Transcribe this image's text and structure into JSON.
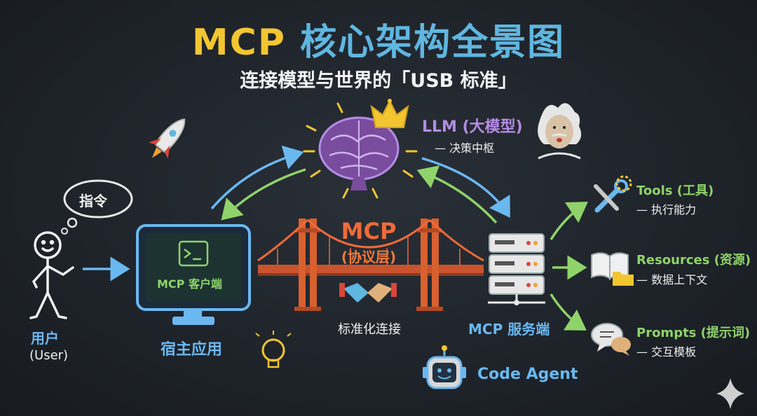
{
  "title": {
    "part1": "MCP",
    "part2": "核心架构全景图"
  },
  "subtitle": "连接模型与世界的「USB 标准」",
  "user": {
    "bubble": "指令",
    "label": "用户",
    "label_en": "(User)"
  },
  "host": {
    "screen_label": "MCP 客户端",
    "label": "宿主应用"
  },
  "llm": {
    "label": "LLM (大模型)",
    "sub": "— 决策中枢"
  },
  "bridge": {
    "label": "MCP",
    "sub": "(协议层)",
    "caption": "标准化连接"
  },
  "server": {
    "label": "MCP 服务端"
  },
  "capabilities": [
    {
      "title": "Tools (工具)",
      "desc": "— 执行能力",
      "icon": "tools-icon"
    },
    {
      "title": "Resources (资源)",
      "desc": "— 数据上下文",
      "icon": "book-folder-icon"
    },
    {
      "title": "Prompts (提示词)",
      "desc": "— 交互模板",
      "icon": "chat-bubbles-icon"
    }
  ],
  "agent": {
    "label": "Code Agent"
  },
  "colors": {
    "yellow": "#f2c630",
    "blue": "#5fb6e0",
    "purple": "#b58ce6",
    "green": "#8fd36a",
    "orange": "#ef6a3a"
  }
}
